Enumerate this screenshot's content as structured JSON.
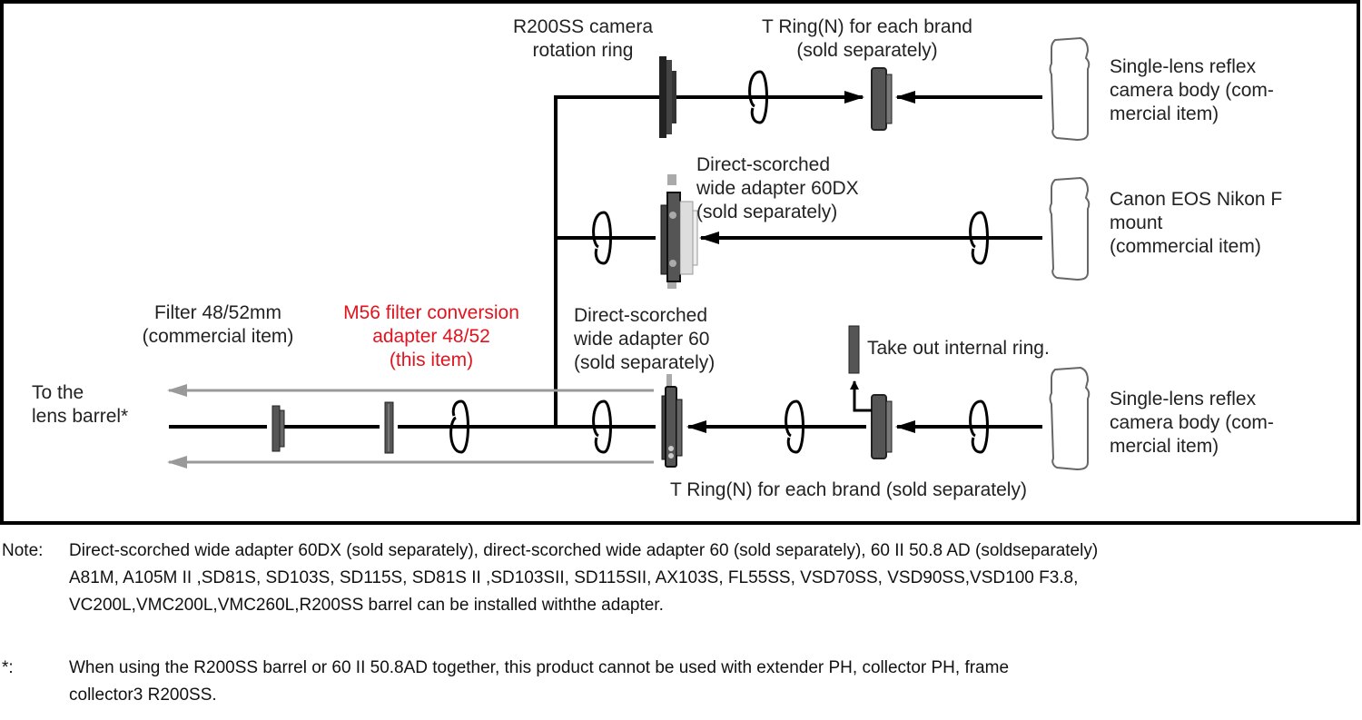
{
  "diagram": {
    "labels": {
      "rotation_ring": [
        "R200SS camera",
        "rotation ring"
      ],
      "t_ring_top": [
        "T Ring(N) for each brand",
        "(sold separately)"
      ],
      "slr_body_top": [
        "Single-lens reflex",
        "camera body (com-",
        "mercial item)"
      ],
      "adapter_60dx": [
        "Direct-scorched",
        "wide adapter 60DX",
        "(sold separately)"
      ],
      "canon_nikon_body": [
        "Canon EOS Nikon F",
        "mount",
        "(commercial item)"
      ],
      "filter": [
        "Filter 48/52mm",
        "(commercial item)"
      ],
      "this_item": [
        "M56 filter conversion",
        "adapter 48/52",
        "(this item)"
      ],
      "adapter_60": [
        "Direct-scorched",
        "wide adapter 60",
        "(sold separately)"
      ],
      "take_out_ring": "Take out internal ring.",
      "lens_barrel": [
        "To the",
        "lens barrel*"
      ],
      "slr_body_bottom": [
        "Single-lens reflex",
        "camera body (com-",
        "mercial item)"
      ],
      "t_ring_bottom": "T Ring(N) for each brand (sold separately)"
    },
    "colors": {
      "line": "#000000",
      "part_dark": "#555555",
      "part_light": "#cccccc",
      "return_arrow": "#999999",
      "highlight": "#e0141e"
    }
  },
  "notes": {
    "note_key": "Note:",
    "note_lines": [
      "Direct-scorched wide adapter 60DX (sold separately), direct-scorched wide adapter 60 (sold separately), 60 II 50.8 AD (soldseparately)",
      "A81M, A105M II ,SD81S, SD103S, SD115S, SD81S II ,SD103SII, SD115SII, AX103S, FL55SS, VSD70SS, VSD90SS,VSD100 F3.8,",
      "VC200L,VMC200L,VMC260L,R200SS barrel can be installed withthe adapter."
    ],
    "asterisk_key": "*:",
    "asterisk_lines": [
      "When using the R200SS barrel or 60 II 50.8AD together, this product cannot be used with extender PH, collector PH, frame",
      "collector3 R200SS."
    ]
  }
}
